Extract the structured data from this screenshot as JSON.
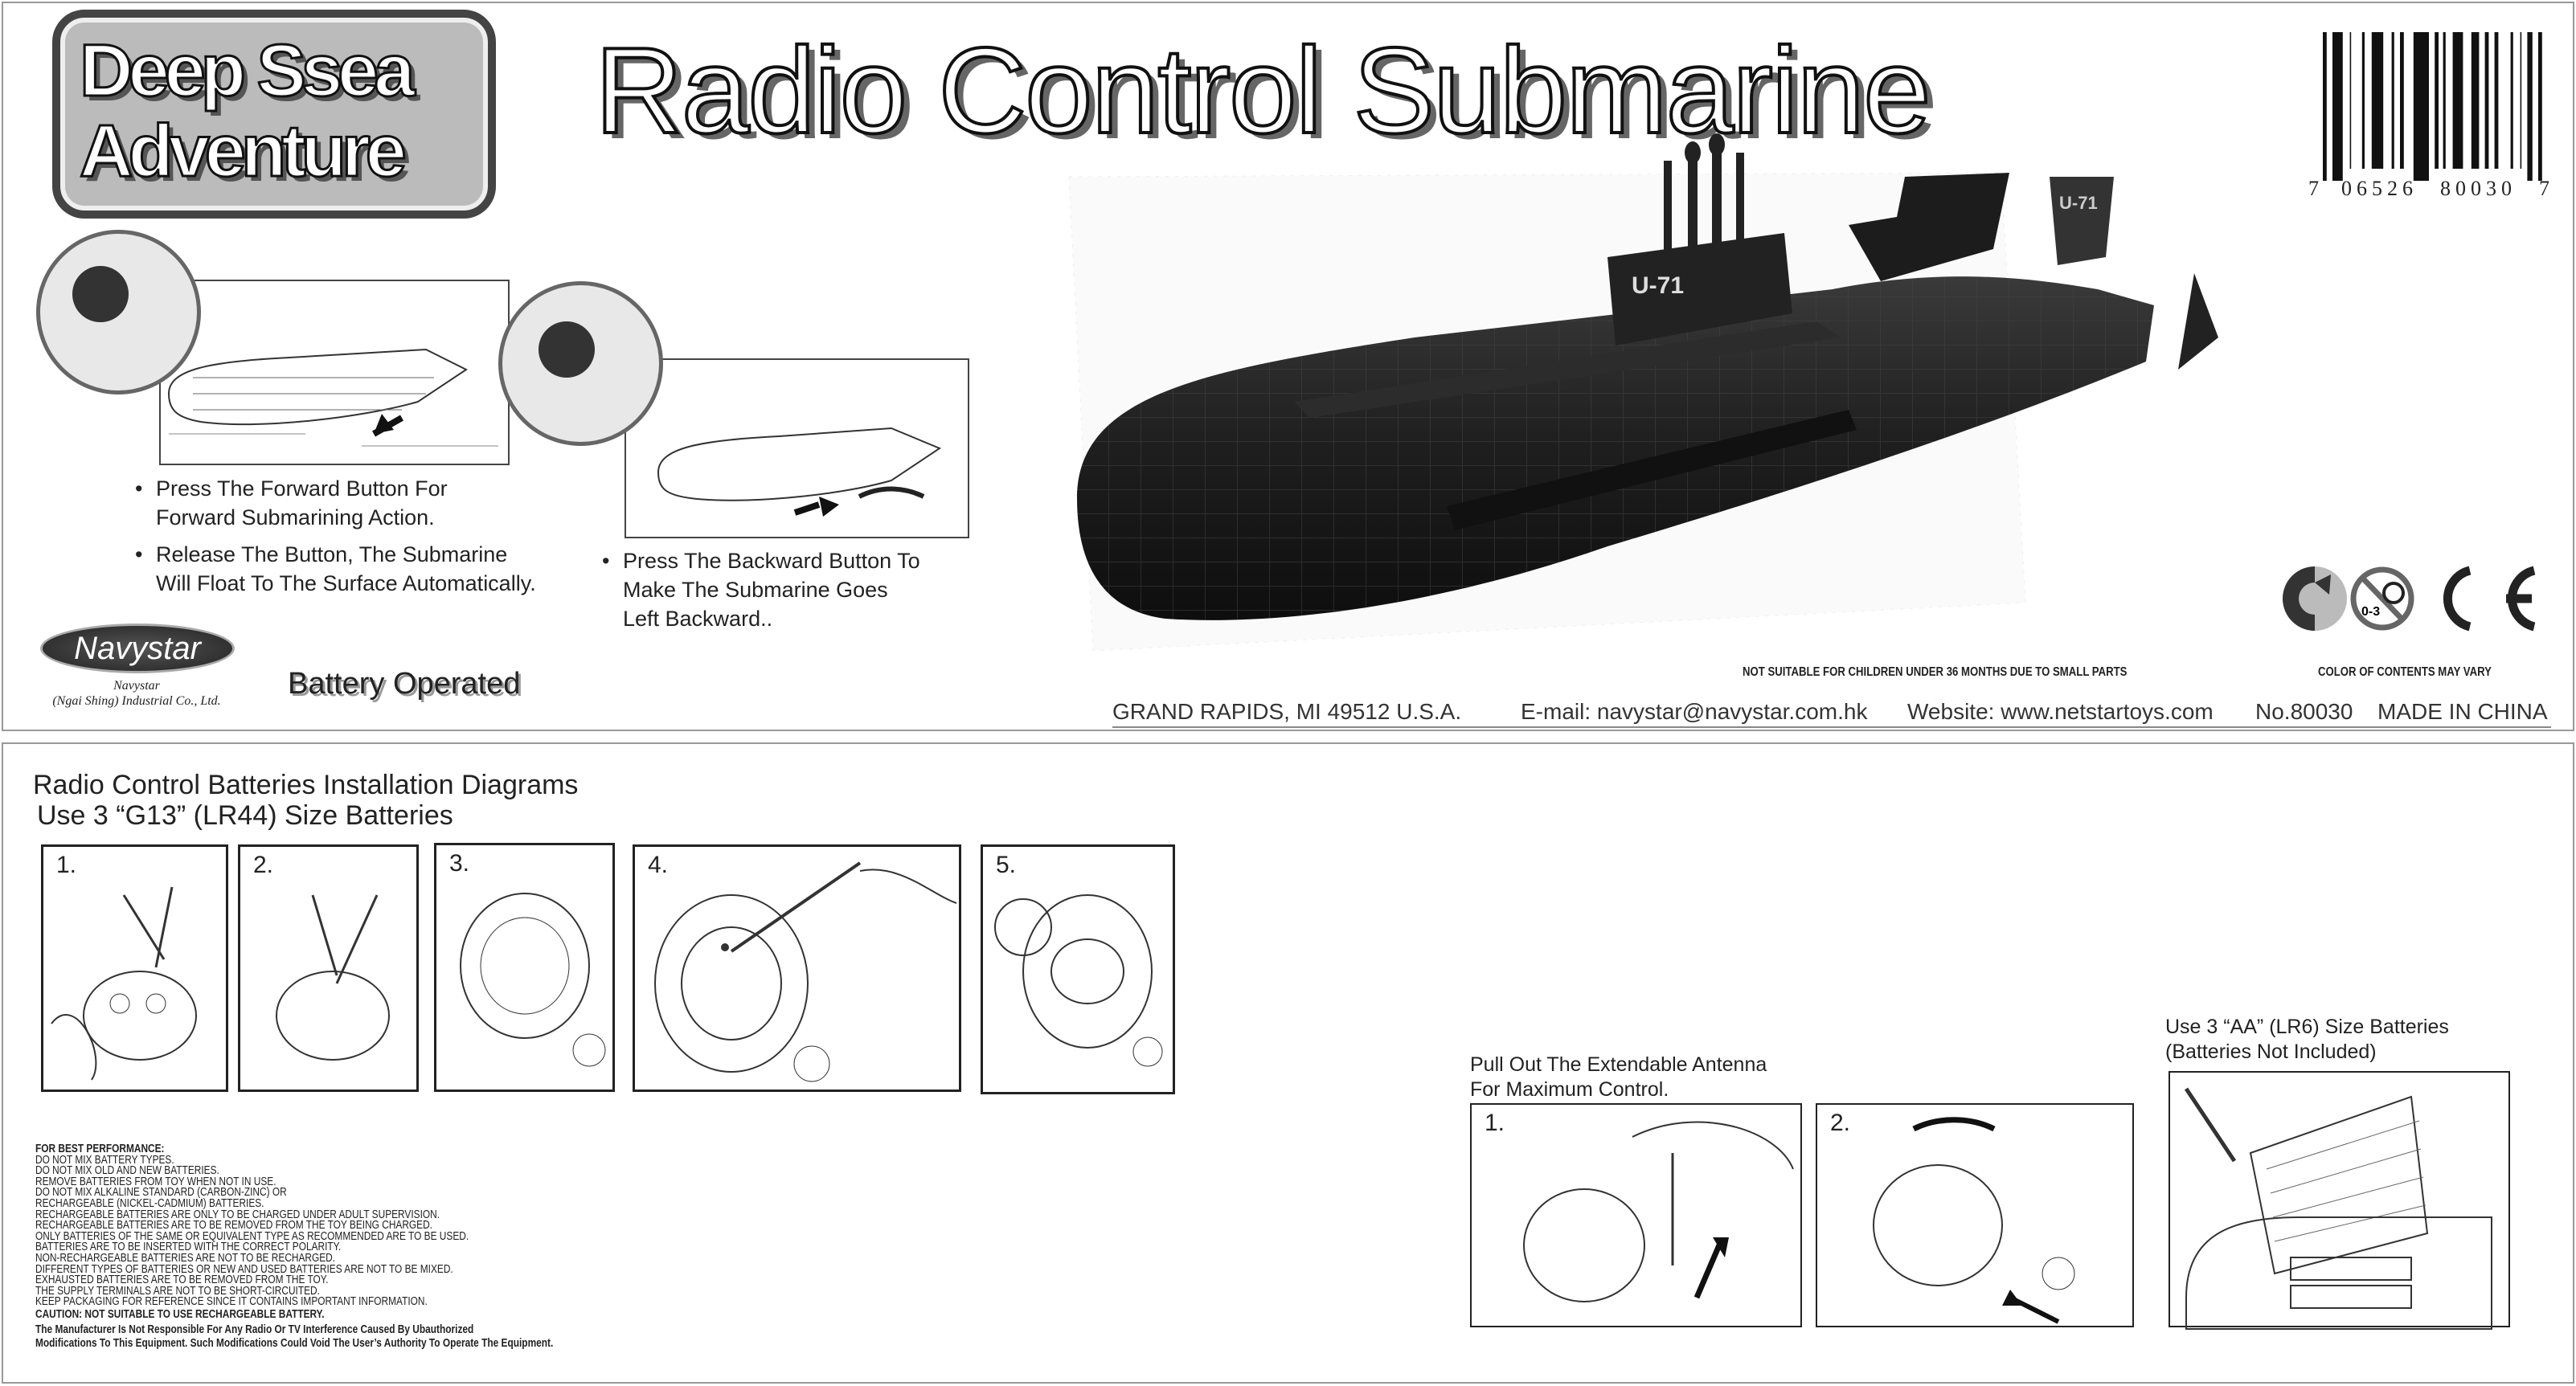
{
  "logo": {
    "line1": "Deep Ssea",
    "line2": "Adventure"
  },
  "title": "Radio Control Submarine",
  "barcode": {
    "digits": [
      "7",
      "06526",
      "80030",
      "7"
    ]
  },
  "submarine": {
    "hull_mark": "U-71",
    "tower_mark": "U-71"
  },
  "instructions": [
    {
      "lines": [
        "Press The Forward Button For",
        "Forward Submarining Action."
      ]
    },
    {
      "lines": [
        "Release The Button, The Submarine",
        "Will Float To The Surface Automatically."
      ]
    },
    {
      "lines": [
        "Press The Backward Button To",
        "Make The  Submarine Goes",
        "Left Backward.."
      ]
    }
  ],
  "brand": {
    "logo": "Navystar",
    "company_line1": "Navystar",
    "company_line2": "(Ngai Shing) Industrial Co., Ltd."
  },
  "battery_operated": "Battery Operated",
  "symbols": {
    "age_label": "0-3"
  },
  "warnings": {
    "age": "NOT SUITABLE FOR CHILDREN UNDER 36 MONTHS DUE TO SMALL PARTS",
    "color": "COLOR OF CONTENTS MAY VARY"
  },
  "footer": {
    "address": "GRAND RAPIDS,  MI 49512  U.S.A.",
    "email": "E-mail: navystar@navystar.com.hk",
    "website": "Website: www.netstartoys.com",
    "item_no": "No.80030",
    "origin": "MADE IN CHINA"
  },
  "battery_section": {
    "title": "Radio Control Batteries Installation Diagrams",
    "subtitle": "Use 3 “G13” (LR44) Size Batteries",
    "steps": [
      "1.",
      "2.",
      "3.",
      "4.",
      "5."
    ]
  },
  "best_performance": {
    "heading": "FOR BEST PERFORMANCE:",
    "lines": [
      "DO NOT MIX BATTERY TYPES.",
      "DO NOT MIX OLD AND NEW BATTERIES.",
      "REMOVE BATTERIES FROM TOY WHEN NOT IN USE.",
      "DO NOT MIX ALKALINE STANDARD (CARBON-ZINC) OR",
      "RECHARGEABLE (NICKEL-CADMIUM) BATTERIES.",
      "RECHARGEABLE BATTERIES ARE ONLY TO BE CHARGED UNDER ADULT SUPERVISION.",
      "RECHARGEABLE BATTERIES ARE TO BE REMOVED FROM THE TOY BEING CHARGED.",
      "ONLY BATTERIES OF THE SAME OR EQUIVALENT TYPE AS RECOMMENDED ARE TO BE USED.",
      "BATTERIES ARE TO BE INSERTED WITH THE CORRECT POLARITY.",
      "NON-RECHARGEABLE BATTERIES ARE NOT TO BE RECHARGED.",
      "DIFFERENT TYPES OF BATTERIES OR NEW AND USED BATTERIES ARE NOT TO BE MIXED.",
      "EXHAUSTED BATTERIES ARE TO BE REMOVED FROM THE TOY.",
      "THE SUPPLY TERMINALS ARE NOT TO BE SHORT-CIRCUITED.",
      "KEEP PACKAGING FOR REFERENCE SINCE IT CONTAINS IMPORTANT INFORMATION."
    ],
    "caution": "CAUTION: NOT SUITABLE TO USE RECHARGEABLE BATTERY.",
    "fcc_line1": "The Manufacturer Is Not Responsible For Any Radio Or TV Interference Caused By Ubauthorized",
    "fcc_line2": "Modifications To This Equipment. Such Modifications Could Void The User’s Authority To Operate The Equipment."
  },
  "antenna": {
    "line1": "Pull Out The Extendable Antenna",
    "line2": "For Maximum Control.",
    "steps": [
      "1.",
      "2."
    ]
  },
  "aa_batteries": {
    "line1": "Use 3 “AA” (LR6) Size Batteries",
    "line2": "(Batteries Not Included)"
  }
}
